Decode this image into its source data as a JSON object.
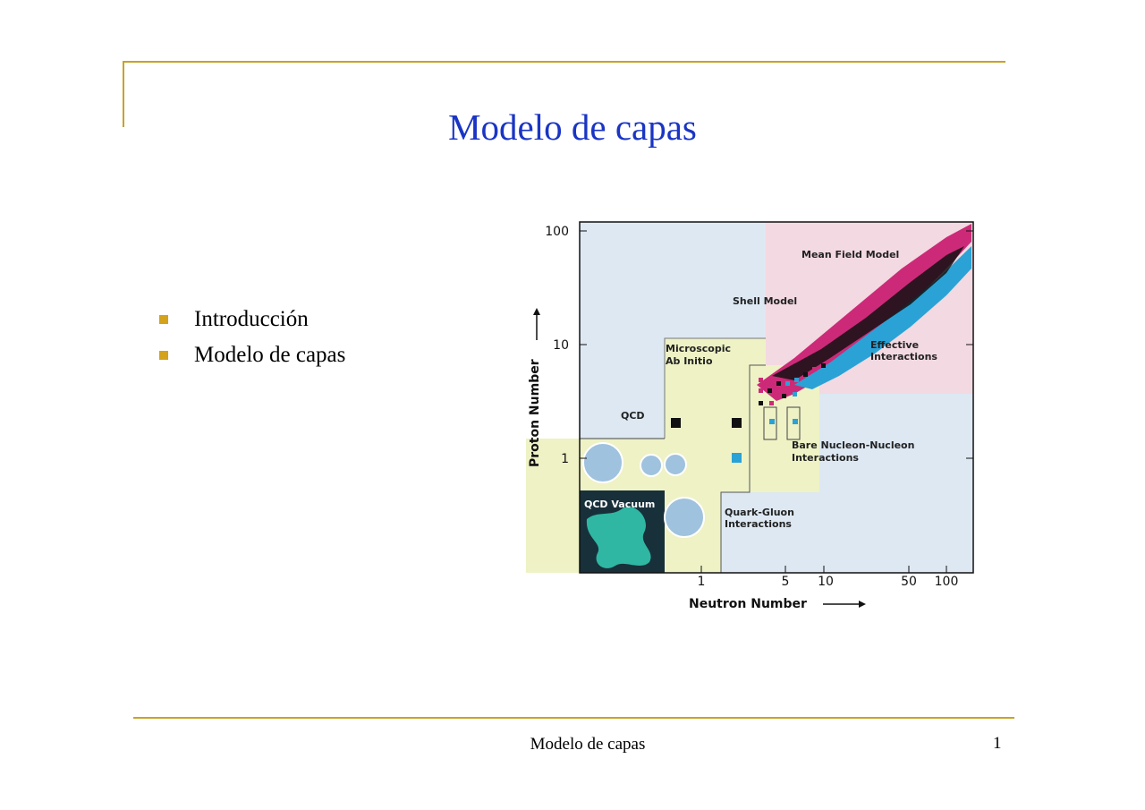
{
  "slide": {
    "title": "Modelo de capas",
    "bullets": [
      "Introducción",
      "Modelo de capas"
    ],
    "footer": "Modelo de capas",
    "page_number": "1"
  },
  "figure": {
    "x_axis_label": "Neutron Number",
    "y_axis_label": "Proton Number",
    "x_ticks": [
      "1",
      "5",
      "10",
      "50",
      "100"
    ],
    "y_ticks": [
      "100",
      "10",
      "1"
    ],
    "regions": {
      "mean_field": "Mean Field Model",
      "shell": "Shell Model",
      "micro_1": "Microscopic",
      "micro_2": "Ab Initio",
      "effective_1": "Effective",
      "effective_2": "Interactions",
      "qcd": "QCD",
      "bare_1": "Bare Nucleon-Nucleon",
      "bare_2": "Interactions",
      "qg_1": "Quark-Gluon",
      "qg_2": "Interactions",
      "vacuum": "QCD Vacuum"
    },
    "colors": {
      "blue_region": "#dde8f3",
      "pink_region": "#f3d9e1",
      "yellow_region": "#eef2c5",
      "magenta": "#cc2a78",
      "cyan": "#2aa2d6"
    }
  }
}
